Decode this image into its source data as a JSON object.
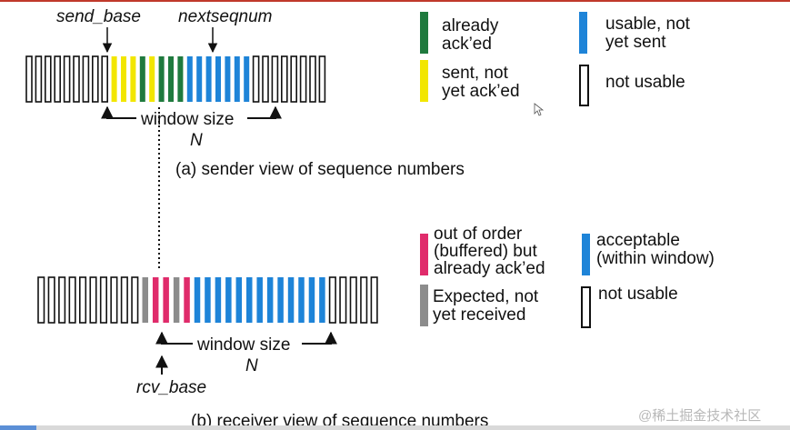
{
  "colors": {
    "acked": "#1f7a3e",
    "sent": "#f2e600",
    "usable": "#1e84d8",
    "not_usable": "#ffffff",
    "out_of_order": "#e02b6b",
    "expected": "#8c8c8c",
    "acceptable": "#1e84d8",
    "outline": "#111111",
    "top_bar": "#c0392b",
    "bottom_bar": "#5b8fd6"
  },
  "sender": {
    "send_base_label": "send_base",
    "nextseqnum_label": "nextseqnum",
    "window_size_label": "window size",
    "n_label": "N",
    "caption": "(a) sender view of sequence numbers",
    "slots": [
      "empty",
      "empty",
      "empty",
      "empty",
      "empty",
      "empty",
      "empty",
      "empty",
      "empty",
      "sent",
      "sent",
      "sent",
      "acked",
      "sent",
      "acked",
      "acked",
      "acked",
      "usable",
      "usable",
      "usable",
      "usable",
      "usable",
      "usable",
      "usable",
      "empty",
      "empty",
      "empty",
      "empty",
      "empty",
      "empty",
      "empty",
      "empty"
    ],
    "legend": [
      {
        "key": "acked",
        "line1": "already",
        "line2": "ack’ed"
      },
      {
        "key": "usable",
        "line1": "usable, not",
        "line2": "yet sent"
      },
      {
        "key": "sent",
        "line1": "sent, not",
        "line2": "yet ack’ed"
      },
      {
        "key": "not_usable",
        "line1": "not usable",
        "line2": ""
      }
    ]
  },
  "receiver": {
    "rcv_base_label": "rcv_base",
    "window_size_label": "window size",
    "n_label": "N",
    "caption": "(b) receiver view of sequence numbers",
    "slots": [
      "empty",
      "empty",
      "empty",
      "empty",
      "empty",
      "empty",
      "empty",
      "empty",
      "empty",
      "empty",
      "expected",
      "out_of_order",
      "out_of_order",
      "expected",
      "out_of_order",
      "acceptable",
      "acceptable",
      "acceptable",
      "acceptable",
      "acceptable",
      "acceptable",
      "acceptable",
      "acceptable",
      "acceptable",
      "acceptable",
      "acceptable",
      "acceptable",
      "acceptable",
      "empty",
      "empty",
      "empty",
      "empty",
      "empty"
    ],
    "legend": [
      {
        "key": "out_of_order",
        "line1": "out of order",
        "line2": "(buffered) but",
        "line3": "already ack’ed"
      },
      {
        "key": "acceptable",
        "line1": "acceptable",
        "line2": "(within window)",
        "line3": ""
      },
      {
        "key": "expected",
        "line1": "Expected, not",
        "line2": "yet received",
        "line3": ""
      },
      {
        "key": "not_usable",
        "line1": "not usable",
        "line2": "",
        "line3": ""
      }
    ]
  },
  "watermark": "@稀土掘金技术社区"
}
